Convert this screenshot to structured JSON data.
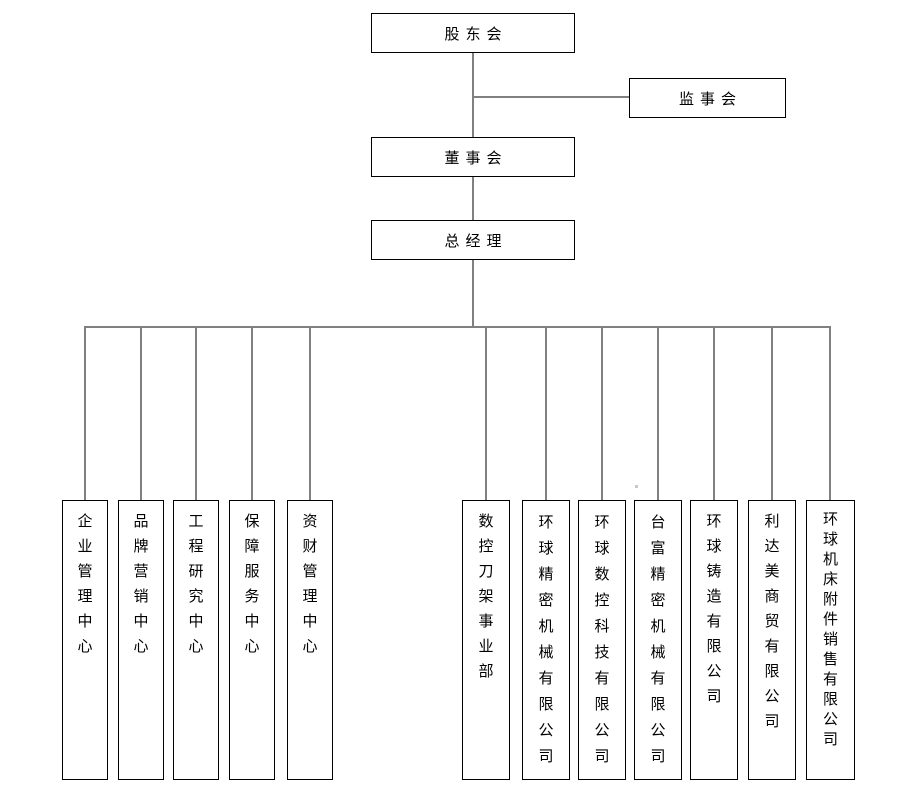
{
  "org": {
    "root": "股东会",
    "supervisory_board": "监事会",
    "board_of_directors": "董事会",
    "general_manager": "总经理",
    "centers": [
      "企业管理中心",
      "品牌营销中心",
      "工程研究中心",
      "保障服务中心",
      "资财管理中心"
    ],
    "subsidiaries": [
      "数控刀架事业部",
      "环球精密机械有限公司",
      "环球数控科技有限公司",
      "台富精密机械有限公司",
      "环球铸造有限公司",
      "利达美商贸有限公司",
      "环球机床附件销售有限公司"
    ]
  },
  "colors": {
    "connector": "#808080",
    "box_border": "#000000",
    "background": "#ffffff",
    "text": "#000000"
  }
}
